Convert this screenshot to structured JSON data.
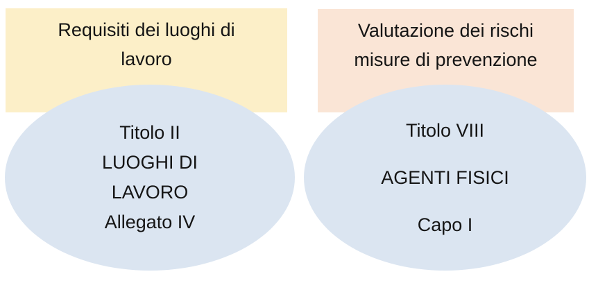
{
  "diagram": {
    "left_column": {
      "header_box": {
        "lines": [
          "Requisiti dei luoghi di",
          "lavoro"
        ],
        "bg_color": "#FCEFC8"
      },
      "ellipse": {
        "lines": [
          "Titolo II",
          "LUOGHI DI",
          "LAVORO",
          "Allegato IV"
        ],
        "bg_color": "#DBE5F1"
      }
    },
    "right_column": {
      "header_box": {
        "lines": [
          "Valutazione dei rischi",
          "misure di prevenzione"
        ],
        "bg_color": "#FAE5D6"
      },
      "ellipse": {
        "lines": [
          "Titolo VIII",
          "AGENTI FISICI",
          "Capo I"
        ],
        "bg_color": "#DBE5F1"
      }
    },
    "text_color": "#151515",
    "background_color": "#FFFFFF"
  }
}
